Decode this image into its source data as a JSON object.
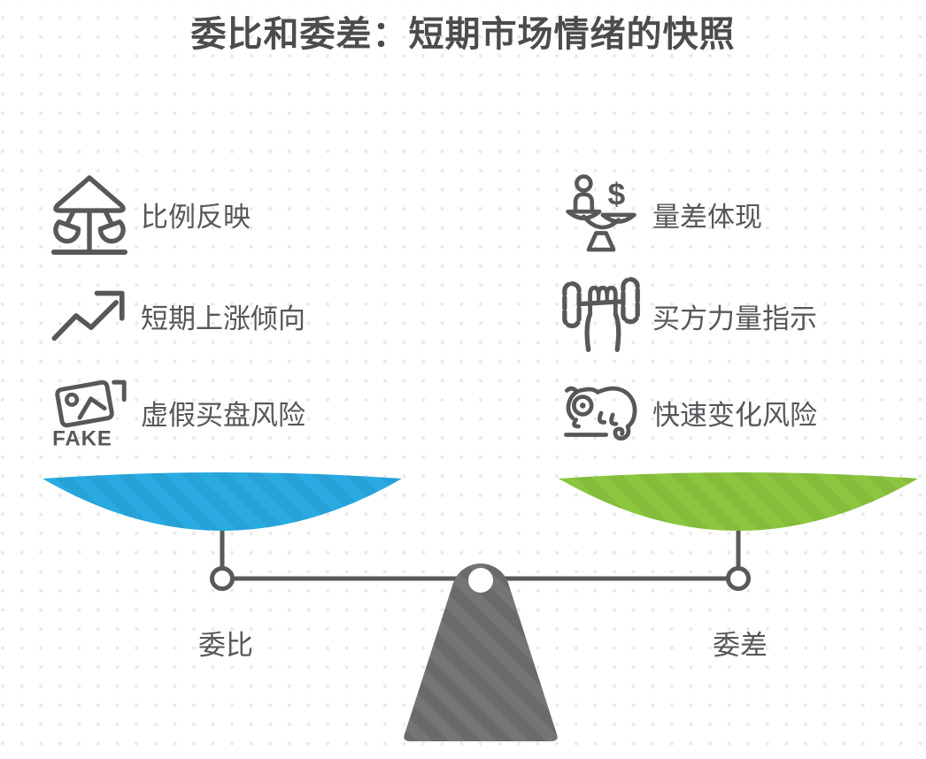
{
  "title": "委比和委差：短期市场情绪的快照",
  "left_features": [
    {
      "icon": "scale-up-arrow-icon",
      "label": "比例反映"
    },
    {
      "icon": "trend-up-arrow-icon",
      "label": "短期上涨倾向"
    },
    {
      "icon": "fake-image-icon",
      "label": "虚假买盘风险"
    }
  ],
  "right_features": [
    {
      "icon": "person-dollar-scale-icon",
      "label": "量差体现"
    },
    {
      "icon": "dumbbell-grip-icon",
      "label": "买方力量指示"
    },
    {
      "icon": "chameleon-icon",
      "label": "快速变化风险"
    }
  ],
  "fake_icon_text": "FAKE",
  "scale": {
    "left_pan_label": "委比",
    "right_pan_label": "委差",
    "left_pan_color": "#29abe2",
    "right_pan_color": "#8cc63f",
    "fulcrum_color": "#6a6a6a",
    "line_color": "#58595b"
  }
}
